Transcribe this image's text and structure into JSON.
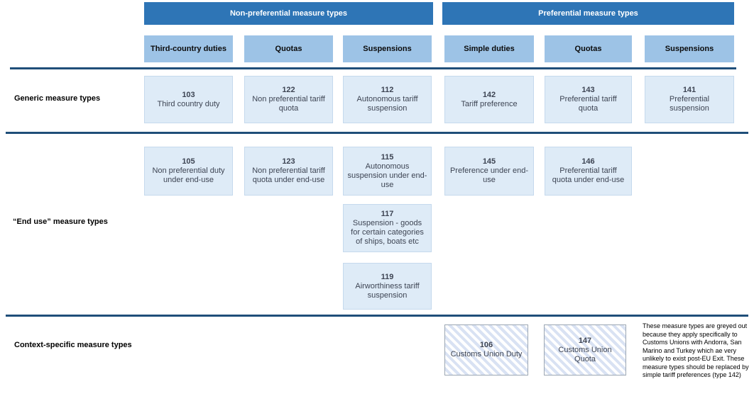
{
  "colors": {
    "group_header_bg": "#2E75B6",
    "column_header_bg": "#9DC3E6",
    "cell_bg": "#DEEBF7",
    "cell_border": "#C5D9ED",
    "cell_text": "#3D4453",
    "divider": "#1F4E79",
    "hatch_stripe": "#D9E2F3",
    "hatch_border": "#9BA6B3"
  },
  "groups": [
    {
      "label": "Non-preferential measure types"
    },
    {
      "label": "Preferential measure types"
    }
  ],
  "columns": [
    {
      "label": "Third-country duties"
    },
    {
      "label": "Quotas"
    },
    {
      "label": "Suspensions"
    },
    {
      "label": "Simple duties"
    },
    {
      "label": "Quotas"
    },
    {
      "label": "Suspensions"
    }
  ],
  "row_labels": {
    "generic": "Generic measure types",
    "end_use": "“End use” measure types",
    "context": "Context-specific measure types"
  },
  "cells": {
    "generic": [
      {
        "code": "103",
        "label": "Third country duty"
      },
      {
        "code": "122",
        "label": "Non preferential tariff quota"
      },
      {
        "code": "112",
        "label": "Autonomous tariff suspension"
      },
      {
        "code": "142",
        "label": "Tariff preference"
      },
      {
        "code": "143",
        "label": "Preferential tariff quota"
      },
      {
        "code": "141",
        "label": "Preferential suspension"
      }
    ],
    "end_use": [
      {
        "code": "105",
        "label": "Non preferential duty under end-use"
      },
      {
        "code": "123",
        "label": "Non preferential tariff quota under end-use"
      },
      {
        "code": "115",
        "label": "Autonomous suspension under end-use"
      },
      {
        "code": "145",
        "label": "Preference under end-use"
      },
      {
        "code": "146",
        "label": "Preferential tariff quota under end-use"
      },
      {
        "code": "117",
        "label": "Suspension - goods for certain categories of ships, boats etc"
      },
      {
        "code": "119",
        "label": "Airworthiness tariff suspension"
      }
    ],
    "context": [
      {
        "code": "106",
        "label": "Customs Union Duty"
      },
      {
        "code": "147",
        "label": "Customs Union Quota"
      }
    ]
  },
  "note": "These measure types are greyed out because they apply specifically to Customs Unions with Andorra, San Marino and Turkey which ae very unlikely to exist post-EU Exit. These measure types should be replaced by simple tariff preferences (type 142)"
}
